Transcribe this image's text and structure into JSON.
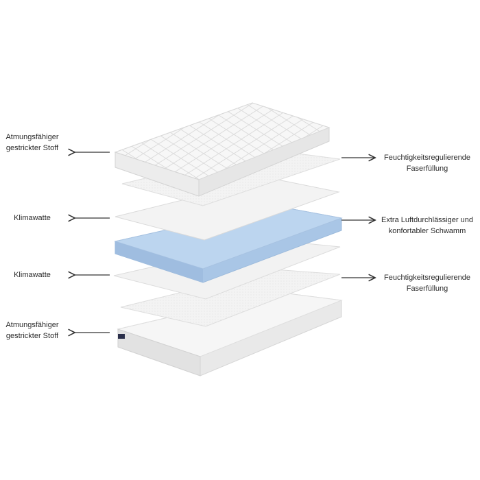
{
  "layers_left": [
    {
      "id": "atmung-top",
      "lines": [
        "Atmungsfähiger",
        "gestrickter Stoff"
      ]
    },
    {
      "id": "klima-1",
      "lines": [
        "Klimawatte"
      ]
    },
    {
      "id": "klima-2",
      "lines": [
        "Klimawatte"
      ]
    },
    {
      "id": "atmung-bottom",
      "lines": [
        "Atmungsfähiger",
        "gestrickter Stoff"
      ]
    }
  ],
  "layers_right": [
    {
      "id": "feucht-1",
      "lines": [
        "Feuchtigkeitsregulierende",
        "Faserfüllung"
      ]
    },
    {
      "id": "schwamm",
      "lines": [
        "Extra Luftdurchlässiger und",
        "konfortabler Schwamm"
      ]
    },
    {
      "id": "feucht-2",
      "lines": [
        "Feuchtigkeitsregulierende",
        "Faserfüllung"
      ]
    }
  ],
  "colors": {
    "foam": "#b9d3ef",
    "fabric": "#f4f4f4",
    "arrow": "#333333"
  }
}
